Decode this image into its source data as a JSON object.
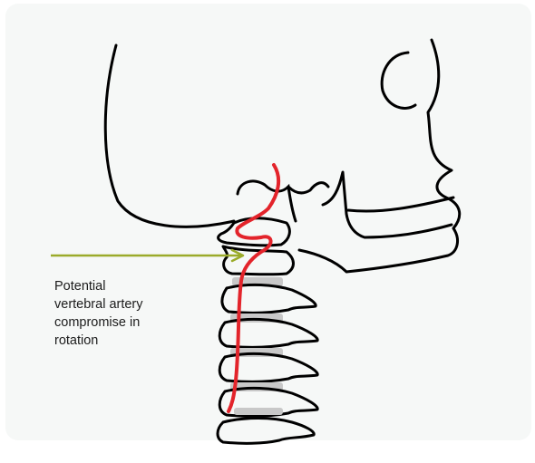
{
  "annotation": {
    "lines": [
      "Potential",
      "vertebral artery",
      "compromise in",
      "rotation"
    ]
  },
  "colors": {
    "background_panel": "#f6f8f7",
    "outline": "#000000",
    "artery": "#e3242b",
    "arrow": "#9bab2a",
    "disc": "#c8c8c8"
  }
}
